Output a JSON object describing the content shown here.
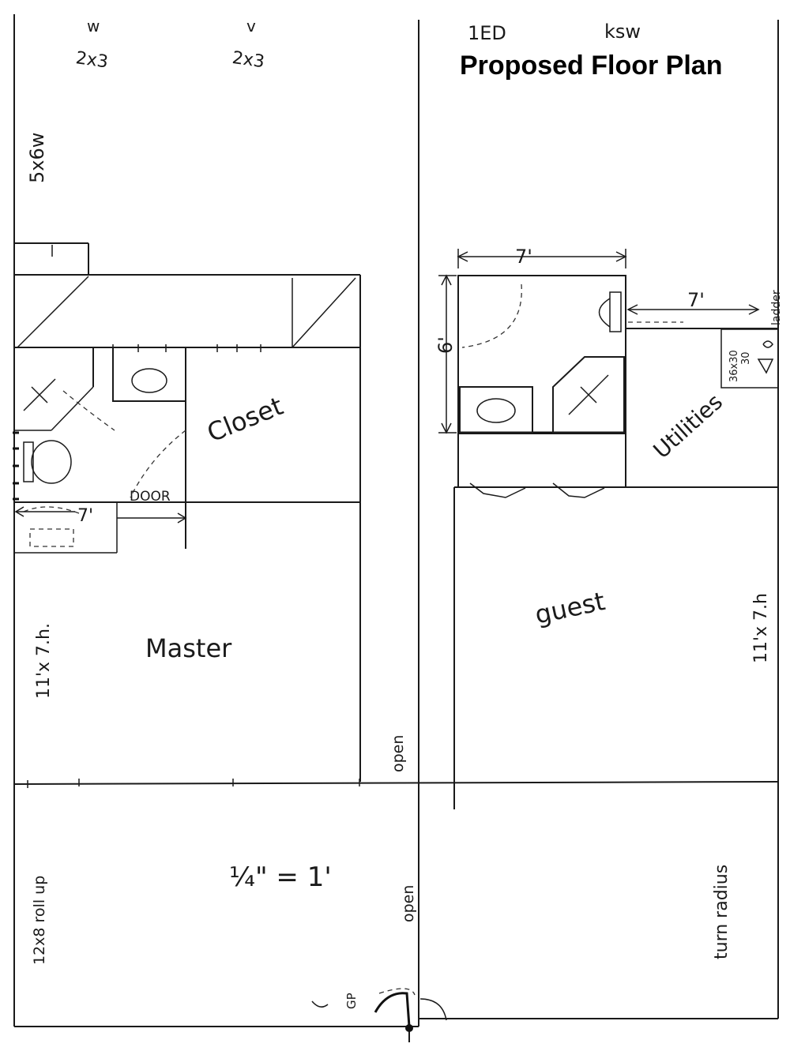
{
  "title": "Proposed Floor Plan",
  "header_marks": {
    "left_top": "w",
    "left_bottom": "2x3",
    "mid_top": "v",
    "mid_bottom": "2x3",
    "code": "1ED",
    "initials": "ksw"
  },
  "labels": {
    "window_left": "5x6w",
    "closet": "Closet",
    "door": "DOOR",
    "dim_master_bath": "7'",
    "master": "Master",
    "master_size": "11'x 7.h.",
    "open_upper": "open",
    "open_lower": "open",
    "scale": "¼\" = 1'",
    "garage_door": "12x8 roll up",
    "dim_guest_bath_width": "7'",
    "dim_guest_bath_height": "6'",
    "dim_utility": "7'",
    "ladder": "ladder",
    "attic_size_1": "36x30",
    "attic_size_2": "30",
    "utilities": "Utilities",
    "guest": "guest",
    "guest_size": "11'x 7.h",
    "turn_radius": "turn radius",
    "gp": "GP"
  },
  "colors": {
    "ink": "#1a1a1a",
    "paper": "#ffffff"
  }
}
